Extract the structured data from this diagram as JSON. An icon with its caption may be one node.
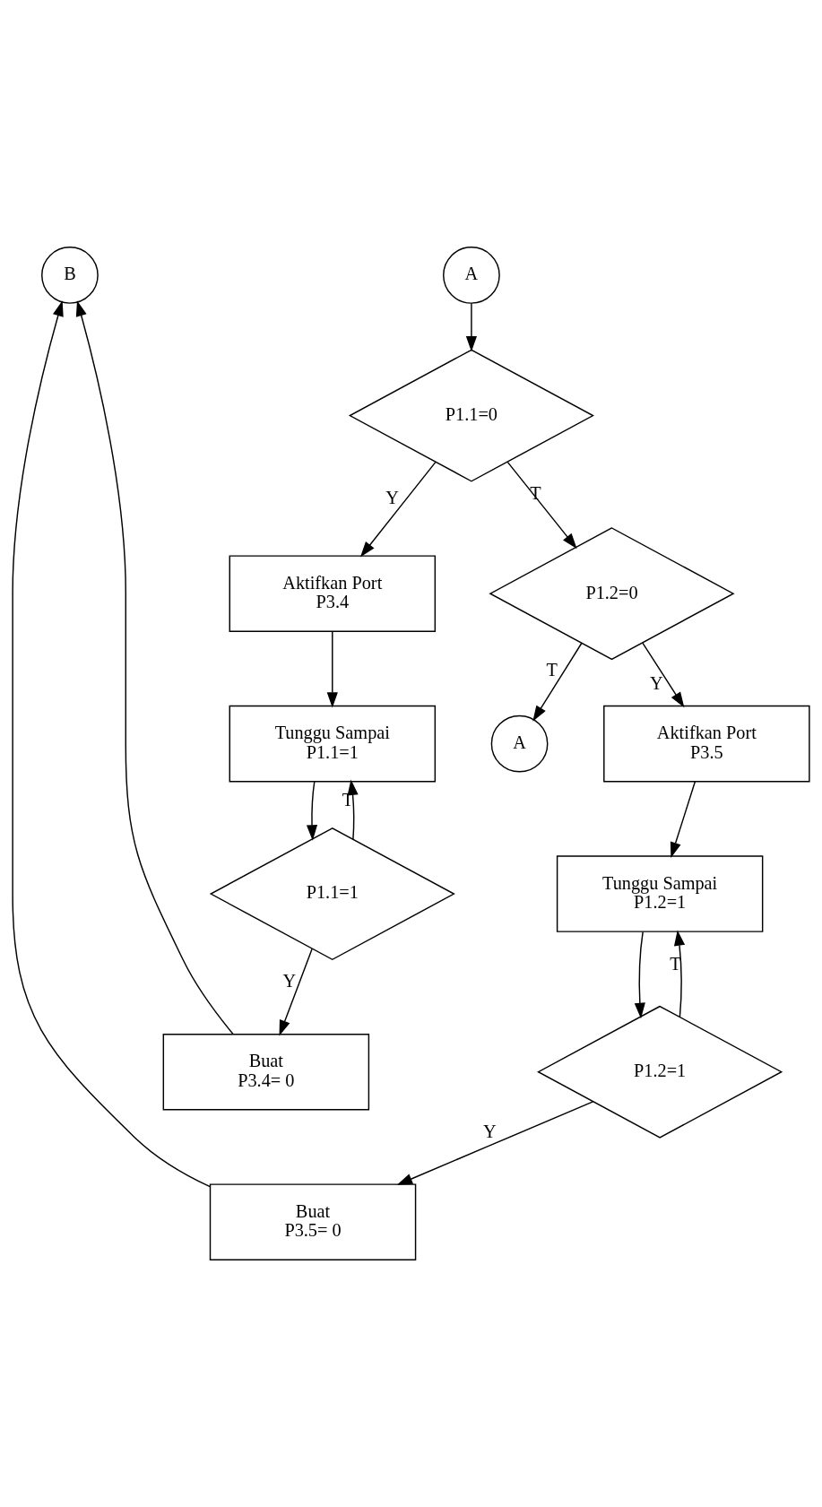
{
  "diagram": {
    "nodes": [
      {
        "text": [
          "A"
        ]
      },
      {
        "text": [
          "B"
        ]
      },
      {
        "text": [
          "P1.1=0"
        ]
      },
      {
        "text": [
          "Aktifkan Port",
          "P3.4"
        ]
      },
      {
        "text": [
          "Tunggu Sampai",
          "P1.1=1"
        ]
      },
      {
        "text": [
          "P1.1=1"
        ]
      },
      {
        "text": [
          "Buat",
          "P3.4= 0"
        ]
      },
      {
        "text": [
          "P1.2=0"
        ]
      },
      {
        "text": [
          "Aktifkan Port",
          "P3.5"
        ]
      },
      {
        "text": [
          "Tunggu Sampai",
          "P1.2=1"
        ]
      },
      {
        "text": [
          "P1.2=1"
        ]
      },
      {
        "text": [
          "Buat",
          "P3.5= 0"
        ]
      },
      {
        "text": [
          "A"
        ]
      }
    ],
    "edges": [
      {
        "from": 0,
        "to": 2,
        "arrow": "to"
      },
      {
        "from": 2,
        "to": 3,
        "arrow": "to",
        "label": "Y"
      },
      {
        "from": 2,
        "to": 7,
        "arrow": "to",
        "label": "T"
      },
      {
        "from": 3,
        "to": 4,
        "arrow": "to"
      },
      {
        "from": 4,
        "to": 5,
        "arrow": "to"
      },
      {
        "from": 5,
        "to": 4,
        "arrow": "to",
        "label": "T"
      },
      {
        "from": 5,
        "to": 6,
        "arrow": "to",
        "label": "Y"
      },
      {
        "from": 6,
        "to": 1,
        "arrow": "to"
      },
      {
        "from": 7,
        "to": 8,
        "arrow": "to",
        "label": "Y"
      },
      {
        "from": 7,
        "to": 12,
        "arrow": "to",
        "label": "T"
      },
      {
        "from": 8,
        "to": 9,
        "arrow": "to"
      },
      {
        "from": 9,
        "to": 10,
        "arrow": "to"
      },
      {
        "from": 10,
        "to": 9,
        "arrow": "to",
        "label": "T"
      },
      {
        "from": 10,
        "to": 11,
        "arrow": "to",
        "label": "Y"
      },
      {
        "from": 11,
        "to": 1,
        "arrow": "to"
      }
    ]
  }
}
